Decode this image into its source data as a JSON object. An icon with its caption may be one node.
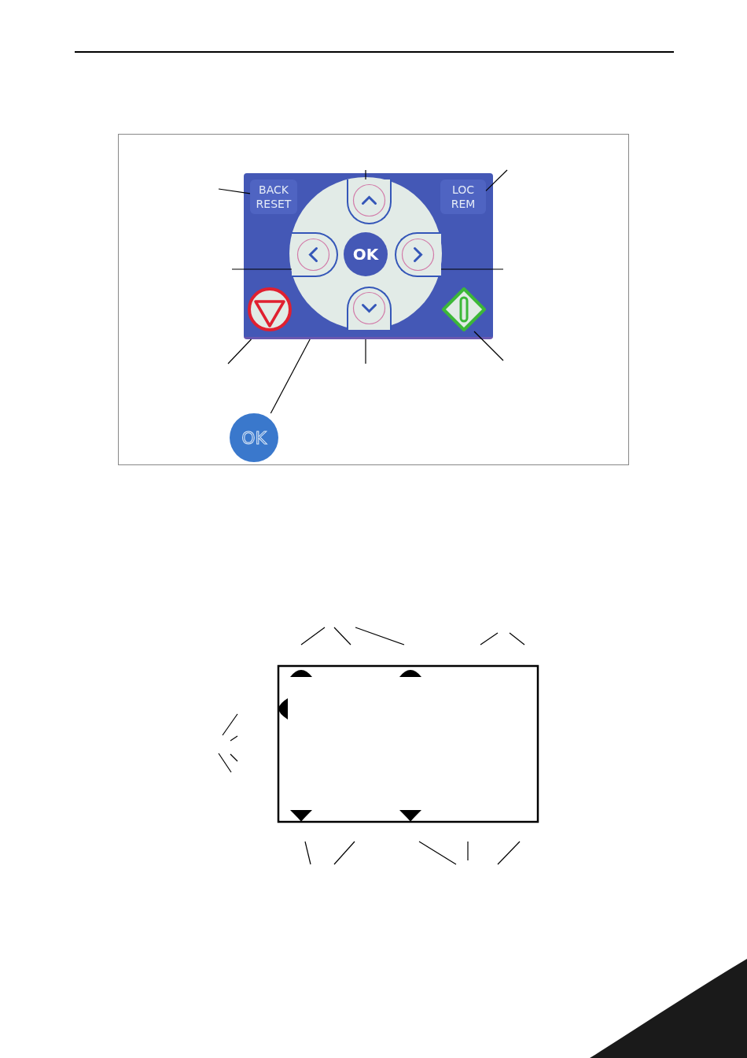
{
  "diagram": {
    "nodes": [
      {
        "text": [],
        "shape": "box"
      },
      {
        "text": [
          "BACK RESET"
        ],
        "in": 0
      },
      {
        "text": [
          "LOC REM"
        ],
        "in": 0
      },
      {
        "text": [],
        "shape": "circle",
        "in": 0
      },
      {
        "text": [],
        "shape": "box",
        "in": 3
      },
      {
        "text": [],
        "shape": "box",
        "in": 3
      },
      {
        "text": [
          "OK"
        ],
        "in": 3
      },
      {
        "text": [],
        "shape": "box",
        "in": 3
      },
      {
        "text": [],
        "shape": "box",
        "in": 3
      },
      {
        "text": [],
        "shape": "circle",
        "in": 0
      },
      {
        "text": [],
        "shape": "diamond",
        "in": 0
      },
      {
        "text": [
          "OK"
        ]
      }
    ],
    "edges": [
      {
        "from": null,
        "to": 1,
        "arrow": "none"
      },
      {
        "from": null,
        "to": 4,
        "arrow": "none"
      },
      {
        "from": null,
        "to": 2,
        "arrow": "none"
      },
      {
        "from": null,
        "to": 5,
        "arrow": "none"
      },
      {
        "from": null,
        "to": 7,
        "arrow": "none"
      },
      {
        "from": null,
        "to": 0,
        "arrow": "none"
      },
      {
        "from": 11,
        "to": 0,
        "arrow": "none"
      },
      {
        "from": null,
        "to": 0,
        "arrow": "none"
      },
      {
        "from": null,
        "to": 10,
        "arrow": "none"
      }
    ]
  }
}
